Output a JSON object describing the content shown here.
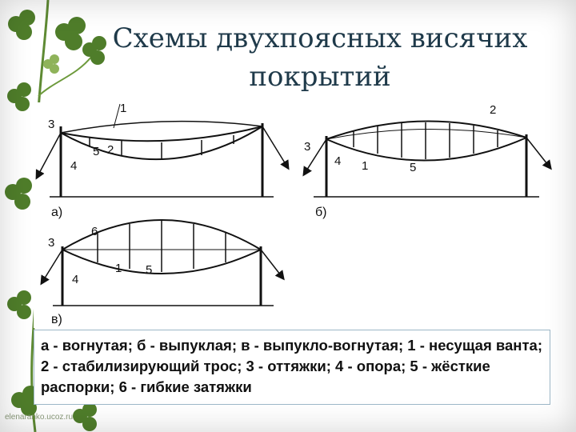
{
  "title": {
    "line1": "Схемы двухпоясных висячих",
    "line2": "покрытий"
  },
  "diagram": {
    "a": {
      "letter": "а)",
      "labels": {
        "n1": "1",
        "n2": "2",
        "n3": "3",
        "n4": "4",
        "n5": "5"
      }
    },
    "b": {
      "letter": "б)",
      "labels": {
        "n1": "1",
        "n2": "2",
        "n3": "3",
        "n4": "4",
        "n5": "5"
      }
    },
    "c": {
      "letter": "в)",
      "labels": {
        "n1": "1",
        "n3": "3",
        "n4": "4",
        "n5": "5",
        "n6": "6"
      }
    }
  },
  "caption": "а - вогнутая; б - выпуклая; в - выпукло-вогнутая; 1 - несущая ванта; 2 - стабилизирующий трос; 3 - оттяжки; 4 - опора; 5 - жёсткие распорки; 6 - гибкие затяжки",
  "watermark": "elenaranko.ucoz.ru",
  "colors": {
    "title": "#1f3a4a",
    "leaf": "#4f7d2a",
    "leaf_light": "#8fb35a",
    "border": "#9db8c8"
  }
}
